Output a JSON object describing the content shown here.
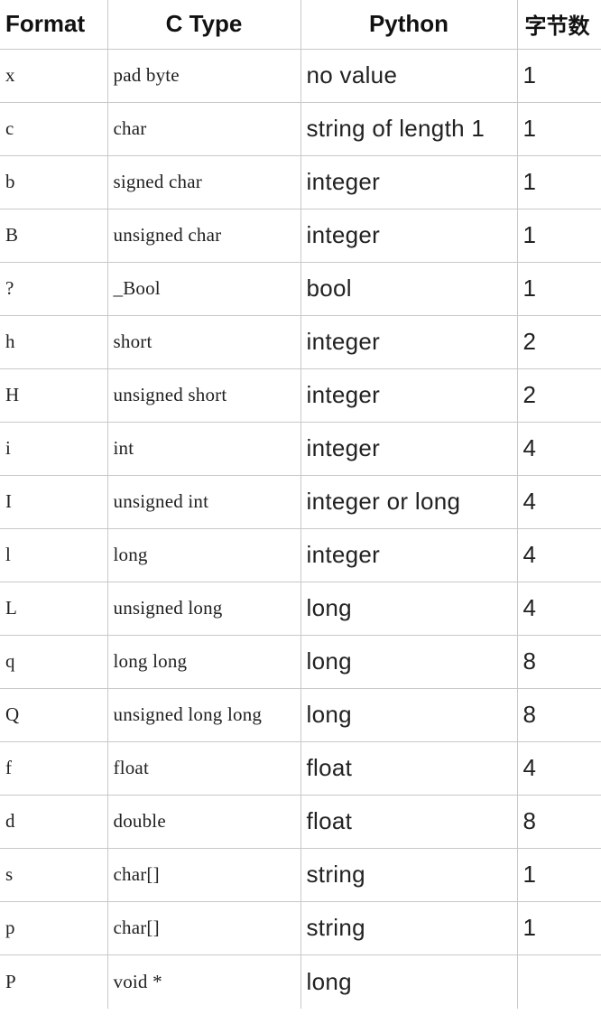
{
  "table": {
    "headers": {
      "format": "Format",
      "ctype": "C Type",
      "python": "Python",
      "bytes": "字节数"
    },
    "rows": [
      {
        "format": "x",
        "ctype": "pad byte",
        "python": "no value",
        "bytes": "1"
      },
      {
        "format": "c",
        "ctype": "char",
        "python": "string of length 1",
        "bytes": "1"
      },
      {
        "format": "b",
        "ctype": "signed char",
        "python": "integer",
        "bytes": "1"
      },
      {
        "format": "B",
        "ctype": "unsigned char",
        "python": "integer",
        "bytes": "1"
      },
      {
        "format": "?",
        "ctype": "_Bool",
        "python": "bool",
        "bytes": "1"
      },
      {
        "format": "h",
        "ctype": "short",
        "python": "integer",
        "bytes": "2"
      },
      {
        "format": "H",
        "ctype": "unsigned short",
        "python": "integer",
        "bytes": "2"
      },
      {
        "format": "i",
        "ctype": "int",
        "python": "integer",
        "bytes": "4"
      },
      {
        "format": "I",
        "ctype": "unsigned int",
        "python": "integer or long",
        "bytes": "4"
      },
      {
        "format": "l",
        "ctype": "long",
        "python": "integer",
        "bytes": "4"
      },
      {
        "format": "L",
        "ctype": "unsigned long",
        "python": "long",
        "bytes": "4"
      },
      {
        "format": "q",
        "ctype": "long long",
        "python": "long",
        "bytes": "8"
      },
      {
        "format": "Q",
        "ctype": "unsigned long long",
        "python": "long",
        "bytes": "8"
      },
      {
        "format": "f",
        "ctype": "float",
        "python": "float",
        "bytes": "4"
      },
      {
        "format": "d",
        "ctype": "double",
        "python": "float",
        "bytes": "8"
      },
      {
        "format": "s",
        "ctype": "char[]",
        "python": "string",
        "bytes": "1"
      },
      {
        "format": "p",
        "ctype": "char[]",
        "python": "string",
        "bytes": "1"
      },
      {
        "format": "P",
        "ctype": "void *",
        "python": "long",
        "bytes": ""
      }
    ]
  }
}
